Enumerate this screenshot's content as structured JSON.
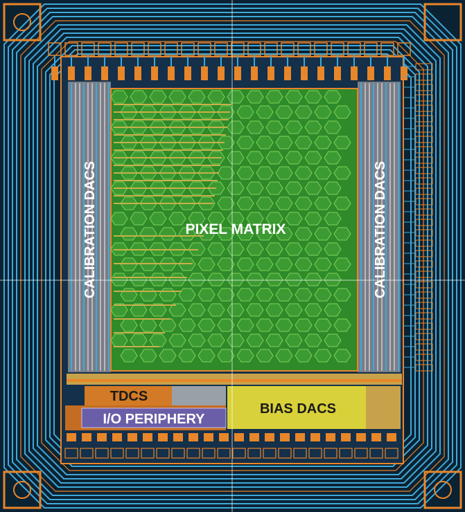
{
  "labels": {
    "pixel_matrix": "PIXEL MATRIX",
    "calibration_left": "CALIBRATION DACS",
    "calibration_right": "CALIBRATION DACS",
    "tdcs": "TDCS",
    "io_periphery": "I/O PERIPHERY",
    "bias_dacs": "BIAS DACS"
  },
  "colors": {
    "substrate": "#0b2233",
    "routing_blue": "#3fa9d8",
    "metal_orange": "#e8862a",
    "matrix_green": "#2f8a2a",
    "pixel_outline": "#7fd35a",
    "bias_yellow": "#d9d13a",
    "io_purple": "#6b5ea8"
  }
}
